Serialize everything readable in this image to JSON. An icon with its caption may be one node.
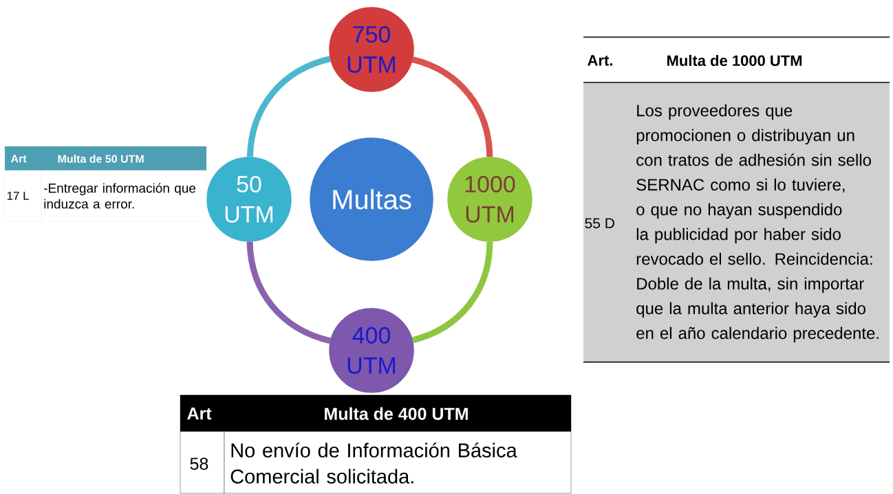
{
  "diagram": {
    "nodes": [
      {
        "text": [
          "Multas"
        ]
      },
      {
        "text": [
          "750 UTM"
        ]
      },
      {
        "text": [
          "1000 UTM"
        ]
      },
      {
        "text": [
          "400 UTM"
        ]
      },
      {
        "text": [
          "50 UTM"
        ]
      }
    ],
    "edges": [
      {
        "from": 1,
        "to": 2,
        "arrow": "none",
        "color": "#d9534f"
      },
      {
        "from": 2,
        "to": 3,
        "arrow": "none",
        "color": "#8dc63f"
      },
      {
        "from": 3,
        "to": 4,
        "arrow": "none",
        "color": "#8b62b0"
      },
      {
        "from": 4,
        "to": 1,
        "arrow": "none",
        "color": "#4bb8d0"
      }
    ],
    "labels": [
      "Art",
      "Multa de 50 UTM",
      "17 L",
      "-Entregar información que induzca a error.",
      "Art.",
      "Multa de 1000 UTM",
      "55 D",
      "Los proveedores que promocionen o distribuyan un con tratos de adhesión sin sello SERNAC como si lo tuviere, o que no hayan suspendido la publicidad por haber sido revocado el sello. Reincidencia: Doble de la multa, sin importar que la multa anterior haya sido en el año calendario precedente.",
      "Art",
      "Multa de 400  UTM",
      "58",
      "No envío de Información Básica Comercial solicitada."
    ]
  }
}
